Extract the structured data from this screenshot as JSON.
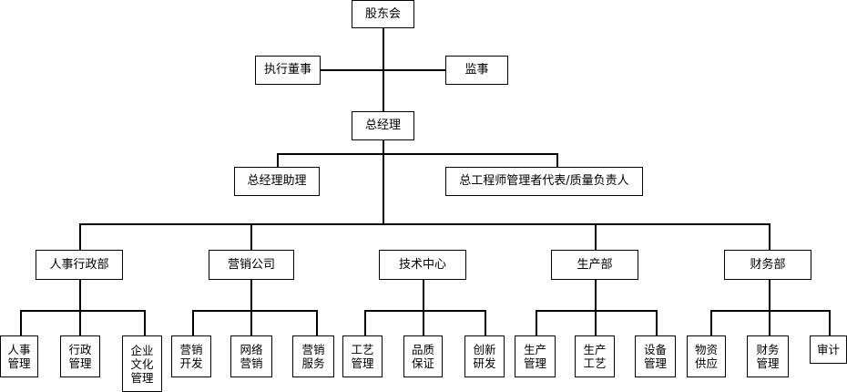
{
  "chart_data": {
    "type": "org-chart",
    "root": "股东会",
    "board_left": "执行董事",
    "board_right": "监事",
    "ceo": "总经理",
    "assistants": [
      "总经理助理",
      "总工程师管理者代表/质量负责人"
    ],
    "departments": [
      {
        "name": "人事行政部",
        "units": [
          "人事\n管理",
          "行政\n管理",
          "企业\n文化\n管理"
        ]
      },
      {
        "name": "营销公司",
        "units": [
          "营销\n开发",
          "网络\n营销",
          "营销\n服务"
        ]
      },
      {
        "name": "技术中心",
        "units": [
          "工艺\n管理",
          "品质\n保证",
          "创新\n研发"
        ]
      },
      {
        "name": "生产部",
        "units": [
          "生产\n管理",
          "生产\n工艺",
          "设备\n管理"
        ]
      },
      {
        "name": "财务部",
        "units": [
          "物资\n供应",
          "财务\n管理",
          "审计"
        ]
      }
    ]
  }
}
